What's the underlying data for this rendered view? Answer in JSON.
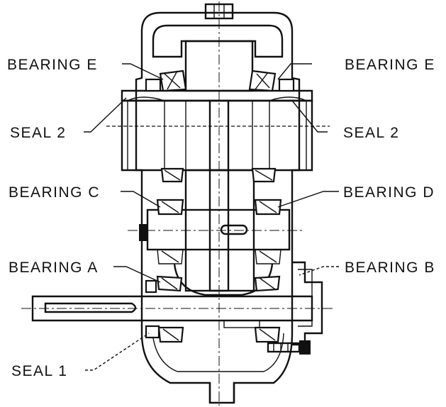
{
  "labels": {
    "bearing_e_left": "BEARING E",
    "bearing_e_right": "BEARING E",
    "seal_2_left": "SEAL 2",
    "seal_2_right": "SEAL 2",
    "bearing_c": "BEARING C",
    "bearing_d": "BEARING D",
    "bearing_a": "BEARING A",
    "bearing_b": "BEARING B",
    "seal_1": "SEAL 1"
  }
}
